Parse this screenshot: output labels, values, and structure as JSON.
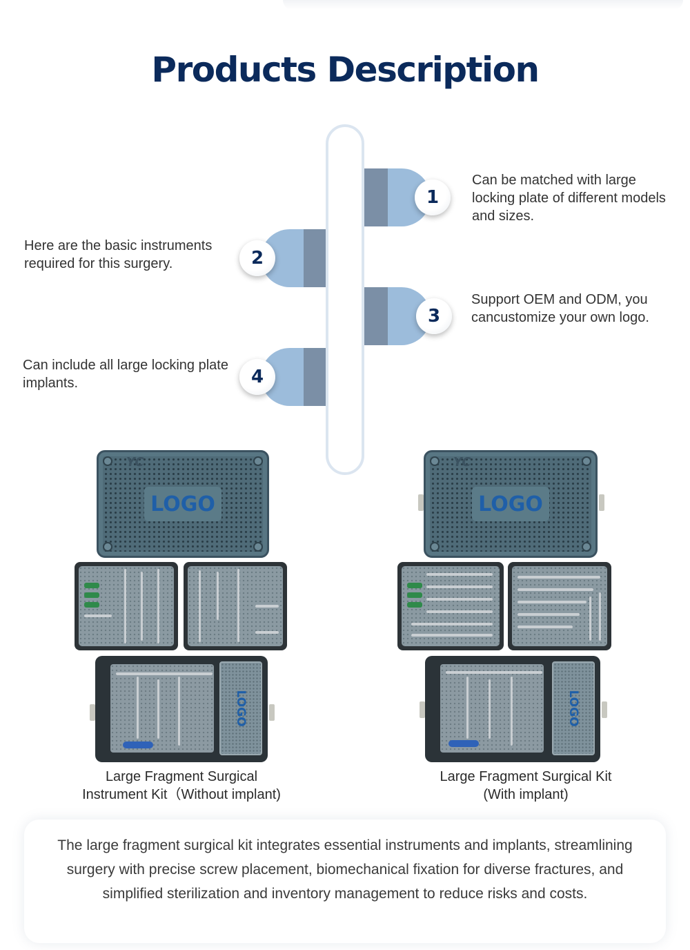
{
  "title": "Products Description",
  "features": [
    {
      "number": "1",
      "text": "Can be matched with large locking plate of different models and sizes."
    },
    {
      "number": "2",
      "text": "Here are the basic instruments required for this surgery."
    },
    {
      "number": "3",
      "text": "Support OEM and ODM, you cancustomize your own logo."
    },
    {
      "number": "4",
      "text": "Can include all large locking plate implants."
    }
  ],
  "kits": [
    {
      "lid_logo": "LOGO",
      "case_logo": "LOGO",
      "brand": "YC",
      "caption_line1": "Large Fragment Surgical",
      "caption_line2": "Instrument Kit（Without implant)"
    },
    {
      "lid_logo": "LOGO",
      "case_logo": "LOGO",
      "brand": "YC",
      "caption_line1": "Large Fragment Surgical Kit",
      "caption_line2": "(With implant)"
    }
  ],
  "summary": "The large fragment surgical kit integrates essential instruments and implants, streamlining surgery with precise screw placement, biomechanical fixation for diverse fractures, and simplified sterilization and inventory management to reduce risks and costs.",
  "colors": {
    "title": "#0b2a5b",
    "accent_light": "#9cbcdb",
    "accent_dark": "#7b8fa6",
    "logo_blue": "#1f5fa8"
  }
}
